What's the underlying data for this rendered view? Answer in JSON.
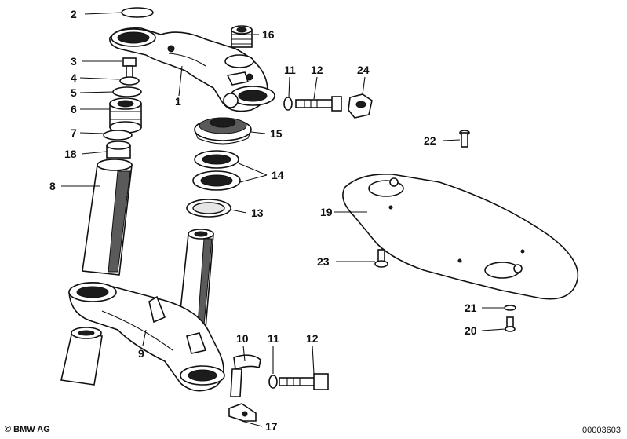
{
  "callouts": {
    "c1": "1",
    "c2": "2",
    "c3": "3",
    "c4": "4",
    "c5": "5",
    "c6": "6",
    "c7": "7",
    "c8": "8",
    "c9": "9",
    "c10": "10",
    "c11a": "11",
    "c11b": "11",
    "c12a": "12",
    "c12b": "12",
    "c13": "13",
    "c14": "14",
    "c15": "15",
    "c16": "16",
    "c17": "17",
    "c18": "18",
    "c19": "19",
    "c20": "20",
    "c21": "21",
    "c22": "22",
    "c23": "23",
    "c24": "24"
  },
  "footer": {
    "copyright": "© BMW AG",
    "diagram_number": "00003603"
  }
}
